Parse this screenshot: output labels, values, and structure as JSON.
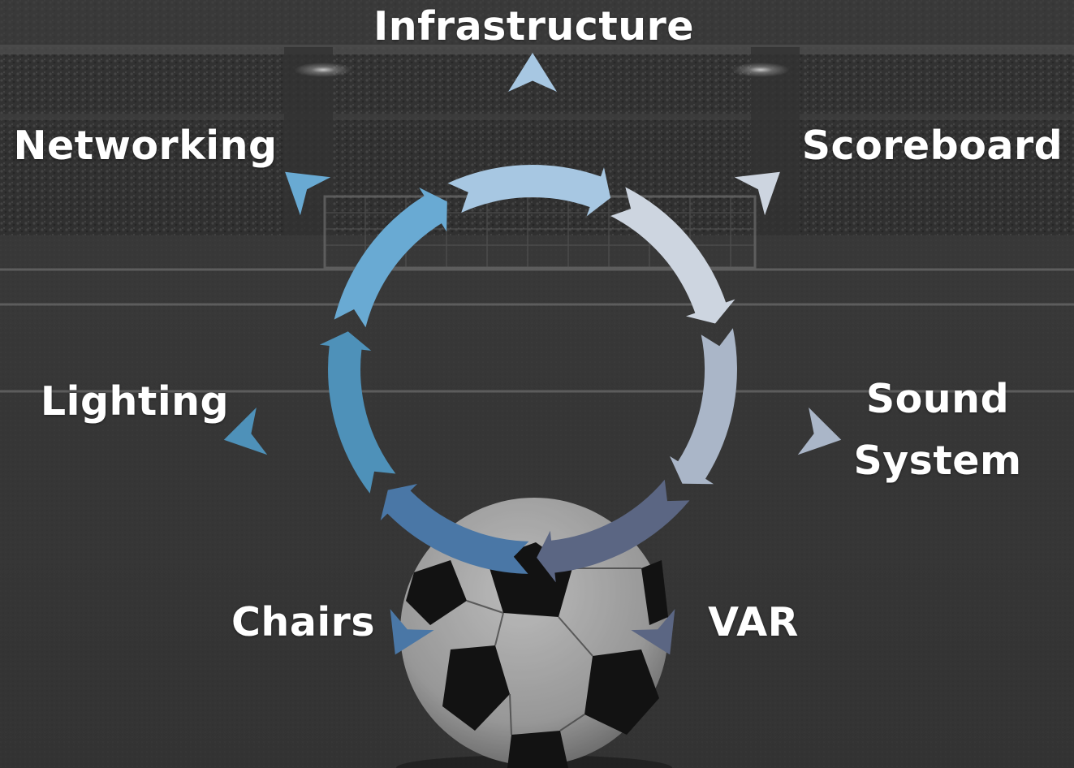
{
  "diagram": {
    "type": "cycle",
    "stages": [
      {
        "id": "infrastructure",
        "lines": [
          "Infrastructure"
        ],
        "color": "#a7c7e2"
      },
      {
        "id": "scoreboard",
        "lines": [
          "Scoreboard"
        ],
        "color": "#cdd5e0"
      },
      {
        "id": "sound_system",
        "lines": [
          "Sound",
          "System"
        ],
        "color": "#aab6c8"
      },
      {
        "id": "var",
        "lines": [
          "VAR"
        ],
        "color": "#5b6683"
      },
      {
        "id": "chairs",
        "lines": [
          "Chairs"
        ],
        "color": "#4a77a6"
      },
      {
        "id": "lighting",
        "lines": [
          "Lighting"
        ],
        "color": "#4e91b9"
      },
      {
        "id": "networking",
        "lines": [
          "Networking"
        ],
        "color": "#69aad3"
      }
    ],
    "label_color": "#ffffff"
  },
  "background": {
    "description_icon": "stadium-soccer-ball-background",
    "tint": "#3b3b3b"
  }
}
